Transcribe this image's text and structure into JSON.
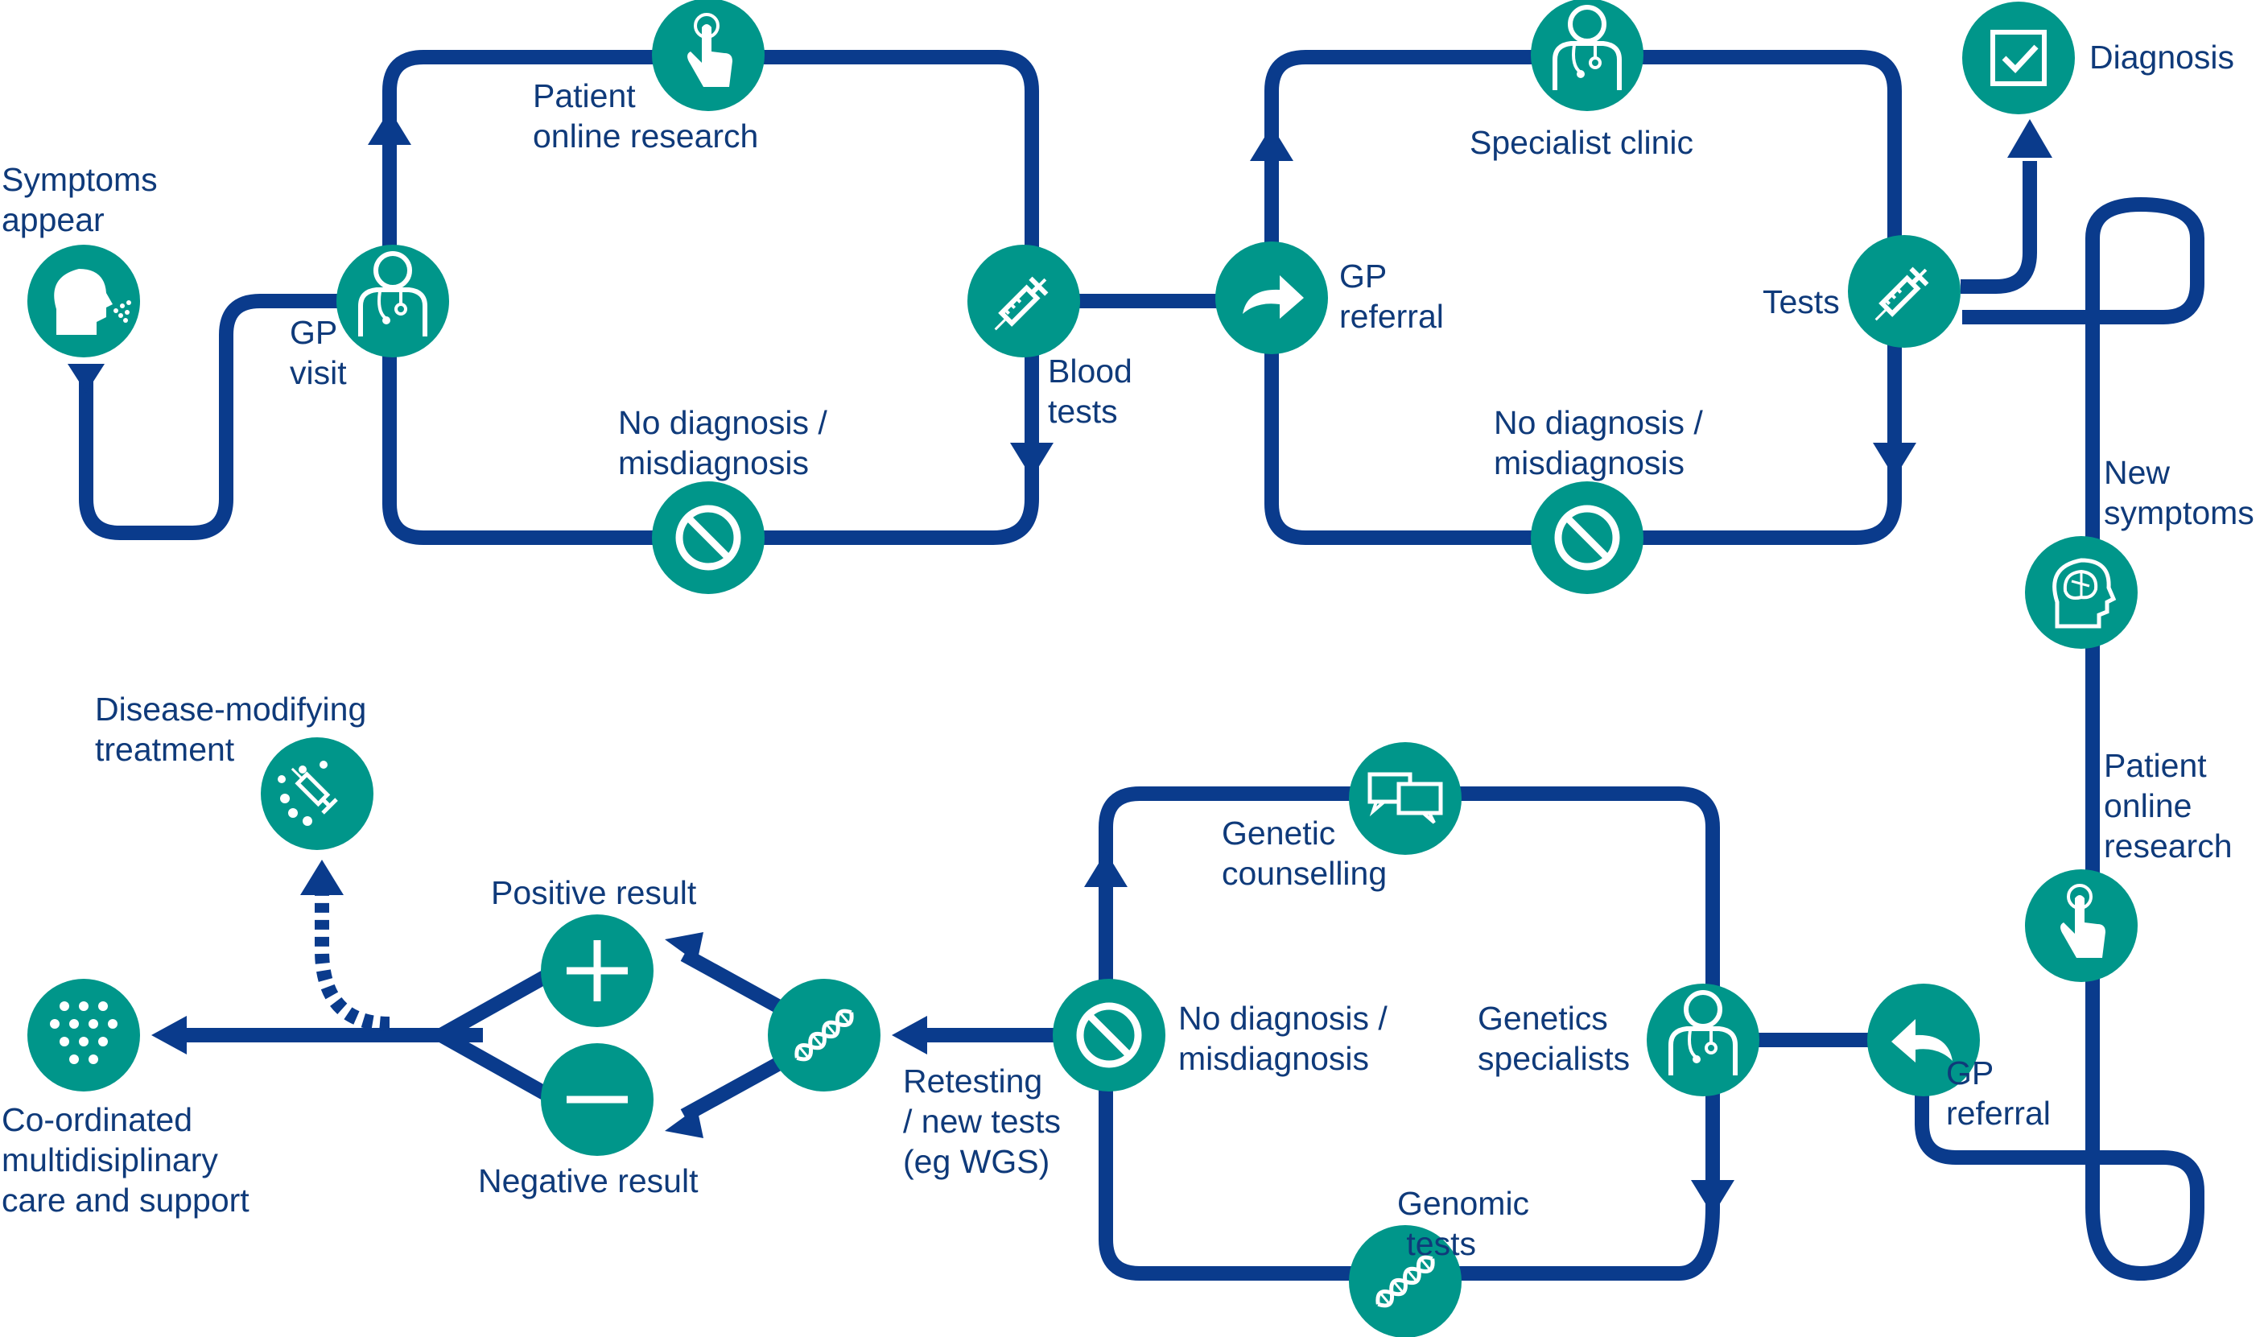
{
  "colors": {
    "path": "#0a3b8c",
    "node": "#00968a",
    "text": "#0f3a7a",
    "icon": "#ffffff"
  },
  "labels": {
    "symptoms_appear": "Symptoms\nappear",
    "gp_visit": "GP\nvisit",
    "patient_online_research_1": "Patient\nonline research",
    "blood_tests": "Blood\ntests",
    "no_diagnosis_1": "No diagnosis /\nmisdiagnosis",
    "gp_referral_1": "GP\nreferral",
    "specialist_clinic": "Specialist clinic",
    "tests": "Tests",
    "diagnosis": "Diagnosis",
    "no_diagnosis_2": "No diagnosis /\nmisdiagnosis",
    "new_symptoms": "New\nsymptoms",
    "patient_online_research_2": "Patient\nonline\nresearch",
    "gp_referral_2": "GP\nreferral",
    "genetics_specialists": "Genetics\nspecialists",
    "genetic_counselling": "Genetic\ncounselling",
    "genomic_tests": "Genomic\n tests",
    "no_diagnosis_3": "No diagnosis /\nmisdiagnosis",
    "retesting": "Retesting\n/ new tests\n(eg WGS)",
    "positive_result": "Positive result",
    "negative_result": "Negative result",
    "disease_modifying": "Disease-modifying\ntreatment",
    "coordinated_care": "Co-ordinated\nmultidisiplinary\ncare and support"
  },
  "icons": [
    "face-symptoms-icon",
    "doctor-icon",
    "pointing-hand-icon",
    "syringe-icon",
    "no-entry-icon",
    "curved-arrow-right-icon",
    "checkbox-icon",
    "brain-head-icon",
    "curved-arrow-left-icon",
    "speech-bubbles-icon",
    "dna-icon",
    "plus-icon",
    "minus-icon",
    "syringe-dots-icon",
    "dots-icon"
  ]
}
